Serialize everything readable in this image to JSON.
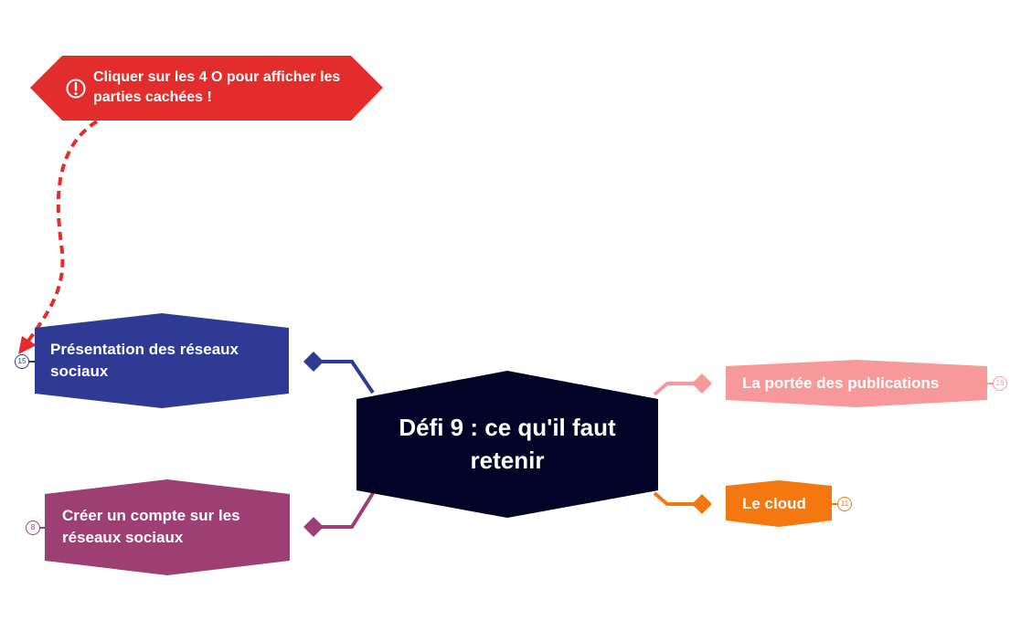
{
  "central": {
    "label": "Défi 9 : ce qu'il faut retenir",
    "color": "#020326"
  },
  "callout": {
    "label": "Cliquer sur les 4 O pour afficher les parties cachées !",
    "icon": "exclamation-icon",
    "color": "#e32c2c"
  },
  "branches": [
    {
      "label": "Présentation des réseaux sociaux",
      "collapsed_count": "15",
      "color": "#2e3a94"
    },
    {
      "label": "Créer un compte sur les réseaux sociaux",
      "collapsed_count": "8",
      "color": "#9e3f73"
    },
    {
      "label": "La portée des publications",
      "collapsed_count": "16",
      "color": "#f7999b"
    },
    {
      "label": "Le cloud",
      "collapsed_count": "11",
      "color": "#f5770f"
    }
  ]
}
